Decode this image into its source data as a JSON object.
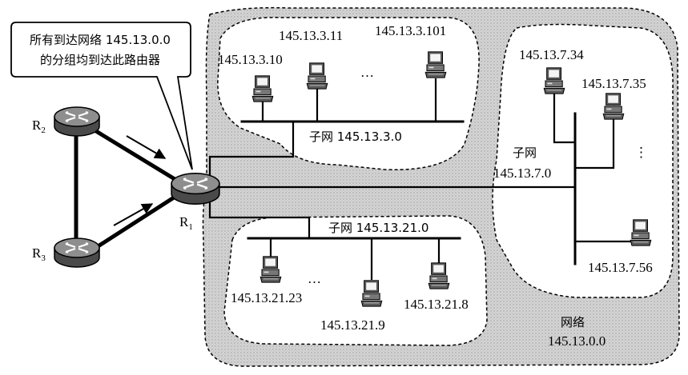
{
  "callout": {
    "line1": "所有到达网络 145.13.0.0",
    "line2": "的分组均到达此路由器"
  },
  "routers": {
    "r1": {
      "letter": "R",
      "sub": "1"
    },
    "r2": {
      "letter": "R",
      "sub": "2"
    },
    "r3": {
      "letter": "R",
      "sub": "3"
    }
  },
  "network": {
    "label": "网络",
    "address": "145.13.0.0"
  },
  "subnet3": {
    "label": "子网 145.13.3.0",
    "hosts": [
      "145.13.3.10",
      "145.13.3.11",
      "145.13.3.101"
    ],
    "ellipsis": "…"
  },
  "subnet7": {
    "label": "子网",
    "address": "145.13.7.0",
    "hosts": [
      "145.13.7.34",
      "145.13.7.35",
      "145.13.7.56"
    ],
    "ellipsis": "⋮"
  },
  "subnet21": {
    "label": "子网 145.13.21.0",
    "hosts": [
      "145.13.21.23",
      "145.13.21.9",
      "145.13.21.8"
    ],
    "ellipsis": "…"
  }
}
